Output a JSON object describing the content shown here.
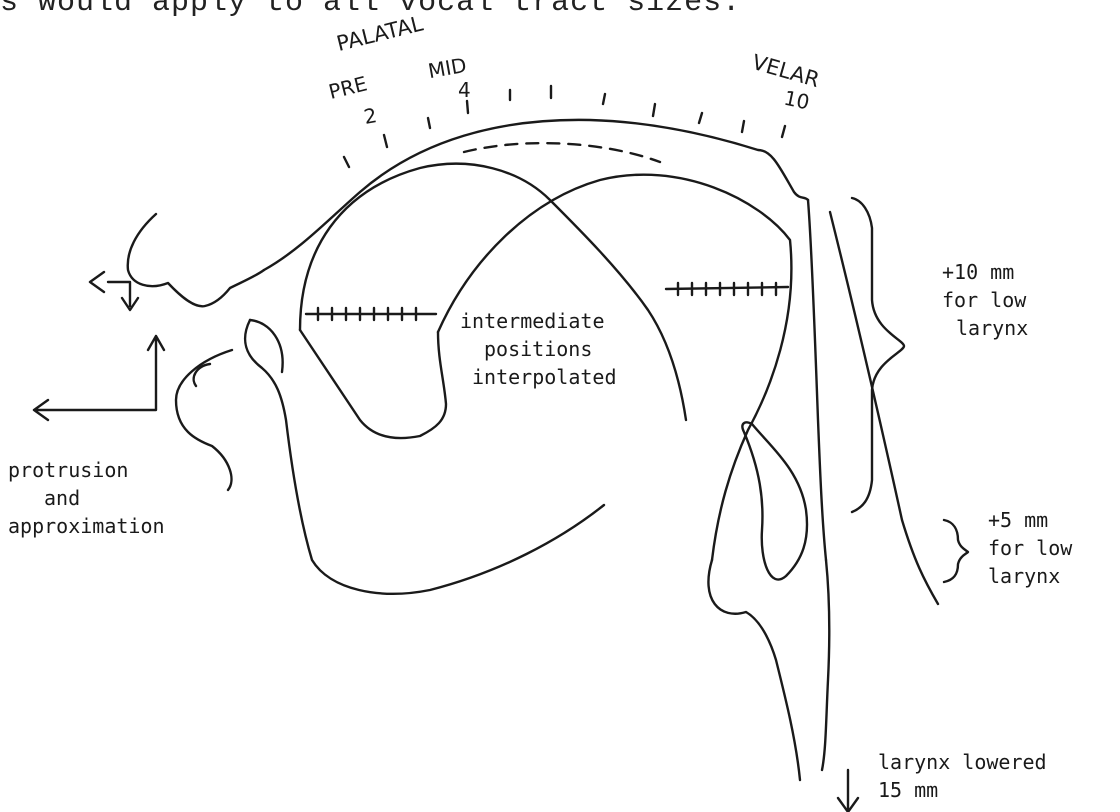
{
  "header": {
    "partial_text": "s would apply to all vocal tract sizes."
  },
  "diagram": {
    "palatal_label": "PALATAL",
    "pre_label": "PRE",
    "pre_number": "2",
    "mid_label": "MID",
    "mid_number": "4",
    "velar_label": "VELAR",
    "velar_number": "10",
    "intermediate_lines": [
      "intermediate",
      "positions",
      "interpolated"
    ],
    "protrusion_lines": [
      "protrusion",
      "and",
      "approximation"
    ],
    "low_larynx_10_lines": [
      "+10 mm",
      "for low",
      "larynx"
    ],
    "low_larynx_5_lines": [
      "+5 mm",
      "for low",
      "larynx"
    ],
    "larynx_lowered_lines": [
      "larynx lowered",
      "15 mm"
    ]
  }
}
